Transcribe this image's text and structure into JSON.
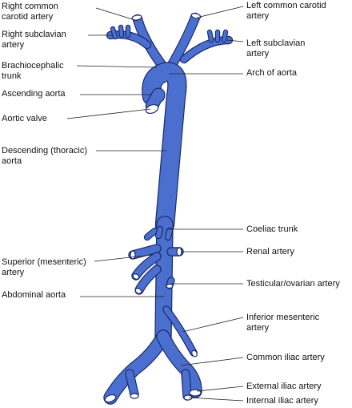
{
  "colors": {
    "vessel_fill": "#4a6fcf",
    "vessel_stroke": "#1b2a6b",
    "leader_line": "#222222",
    "text": "#111111",
    "background": "#ffffff"
  },
  "labels": {
    "right_common_carotid": [
      "Right common",
      "carotid artery"
    ],
    "right_subclavian": [
      "Right subclavian",
      "artery"
    ],
    "brachiocephalic": [
      "Brachiocephalic",
      "trunk"
    ],
    "ascending_aorta": "Ascending aorta",
    "aortic_valve": "Aortic valve",
    "descending_thoracic": [
      "Descending (thoracic)",
      "aorta"
    ],
    "superior_mesenteric": [
      "Superior (mesenteric)",
      "artery"
    ],
    "abdominal_aorta": "Abdominal aorta",
    "left_common_carotid": [
      "Left common carotid",
      "artery"
    ],
    "left_subclavian": [
      "Left subclavian",
      "artery"
    ],
    "arch_of_aorta": "Arch of aorta",
    "coeliac_trunk": "Coeliac trunk",
    "renal_artery": "Renal artery",
    "testicular_ovarian": "Testicular/ovarian artery",
    "inferior_mesenteric": [
      "Inferior mesenteric",
      "artery"
    ],
    "common_iliac": "Common iliac artery",
    "external_iliac": "External iliac artery",
    "internal_iliac": "Internal iliac artery"
  }
}
